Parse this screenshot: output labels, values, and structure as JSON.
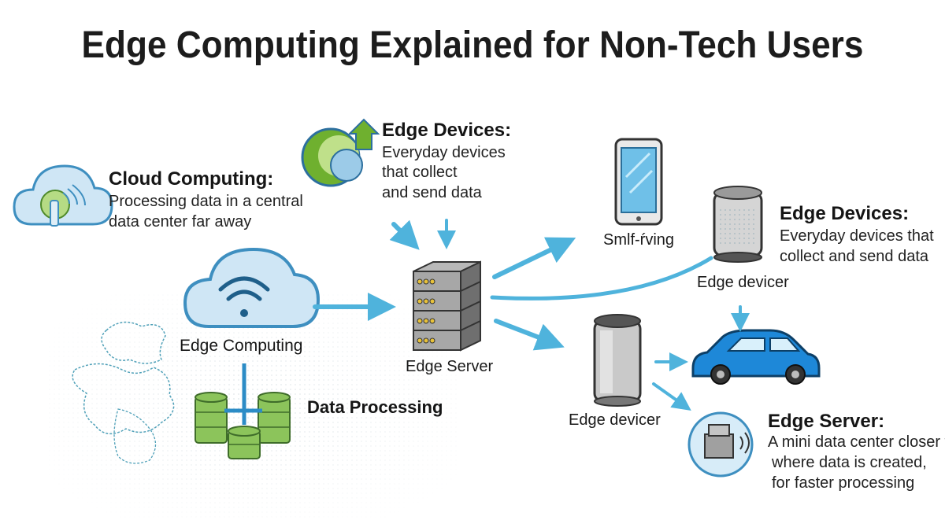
{
  "title": "Edge Computing Explained for Non-Tech Users",
  "colors": {
    "arrow": "#4fb3dc",
    "cloud": "#cfe6f5",
    "cloud_stroke": "#3e8fc0",
    "green": "#7fbf3f",
    "server": "#8a8a8a",
    "car": "#1e88d8"
  },
  "cloud_computing": {
    "heading": "Cloud Computing:",
    "desc_1": "Processing data in a central",
    "desc_2": "data center far away"
  },
  "edge_devices_top": {
    "heading": "Edge Devices:",
    "desc_1": "Everyday devices",
    "desc_2": "that collect",
    "desc_3": "and send data"
  },
  "edge_devices_right": {
    "heading": "Edge Devices:",
    "desc_1": "Everyday devices that",
    "desc_2": "collect and send data"
  },
  "edge_computing": {
    "label": "Edge Computing"
  },
  "data_processing": {
    "label": "Data Processing"
  },
  "edge_server_center": {
    "label": "Edge Server"
  },
  "phone": {
    "label": "Smlf-ŕving"
  },
  "speaker_top": {
    "label": "Edge devicer"
  },
  "speaker_bottom": {
    "label": "Edge devicer"
  },
  "edge_server_right": {
    "heading": "Edge Server:",
    "desc_1": "A mini data center closer t",
    "desc_2": "where data is created,",
    "desc_3": "for faster processing"
  },
  "icons": [
    "cloud-icon",
    "satellite-dish-icon",
    "wifi-icon",
    "database-icon",
    "server-rack-icon",
    "smartphone-icon",
    "smart-speaker-icon",
    "car-icon",
    "router-icon",
    "upload-arrow-icon",
    "map-icon"
  ]
}
